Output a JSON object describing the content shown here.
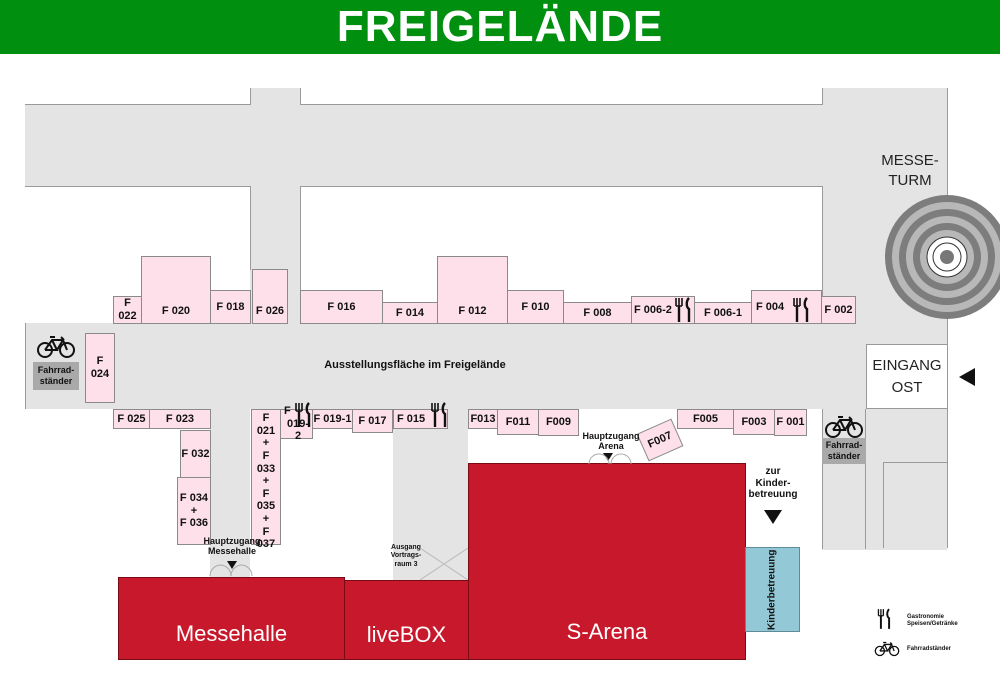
{
  "title": "FREIGELÄNDE",
  "colors": {
    "banner": "#008f0f",
    "hall": "#c8192c",
    "kinderbetreuung": "#93c9d6",
    "stand": "#fde0ea",
    "road": "#e4e4e4"
  },
  "area_label": "Ausstellungsfläche im Freigelände",
  "tower_label_1": "MESSE-",
  "tower_label_2": "TURM",
  "eingang_line1": "EINGANG",
  "eingang_line2": "OST",
  "bike_label_1": "Fahrrad-",
  "bike_label_2": "ständer",
  "halls": {
    "messehalle": "Messehalle",
    "livebox": "liveBOX",
    "sarena": "S-Arena",
    "kinderbetreuung": "Kinderbetreuung"
  },
  "entrances": {
    "messehalle_1": "Hauptzugang",
    "messehalle_2": "Messehalle",
    "arena_1": "Hauptzugang",
    "arena_2": "Arena",
    "vortrag_1": "Ausgang",
    "vortrag_2": "Vortrags-",
    "vortrag_3": "raum 3",
    "kinder_1": "zur",
    "kinder_2": "Kinder-",
    "kinder_3": "betreuung"
  },
  "stands": {
    "f022": "F 022",
    "f020": "F 020",
    "f018": "F 018",
    "f026": "F 026",
    "f016": "F 016",
    "f014": "F 014",
    "f012": "F 012",
    "f010": "F 010",
    "f008": "F 008",
    "f006_2": "F 006-2",
    "f006_1": "F 006-1",
    "f004": "F 004",
    "f002": "F 002",
    "f024": "F 024",
    "f025": "F 025",
    "f023": "F 023",
    "f032": "F 032",
    "f034": "F 034",
    "f036": "F 036",
    "plus": "+",
    "f021": "F 021",
    "f033": "F 033",
    "f035": "F 035",
    "f037": "F 037",
    "f019_2a": "F",
    "f019_2b": "019-2",
    "f019_1": "F 019-1",
    "f017": "F 017",
    "f015": "F 015",
    "f013": "F013",
    "f011": "F011",
    "f009": "F009",
    "f007": "F007",
    "f005": "F005",
    "f003": "F003",
    "f001": "F 001"
  },
  "legend": {
    "gastro_1": "Gastronomie",
    "gastro_2": "Speisen/Getränke",
    "bike": "Fahrradständer"
  }
}
